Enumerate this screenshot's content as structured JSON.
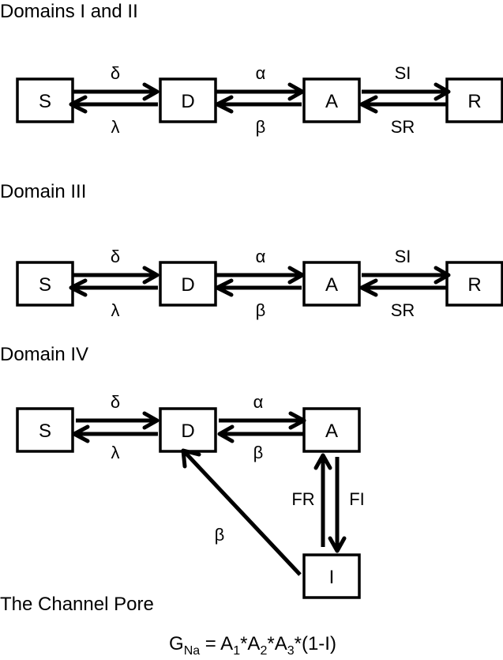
{
  "sections": [
    {
      "title": "Domains I and II",
      "states": [
        "S",
        "D",
        "A",
        "R"
      ],
      "transitions": [
        {
          "from": "S",
          "to": "D",
          "label": "δ"
        },
        {
          "from": "D",
          "to": "S",
          "label": "λ"
        },
        {
          "from": "D",
          "to": "A",
          "label": "α"
        },
        {
          "from": "A",
          "to": "D",
          "label": "β"
        },
        {
          "from": "A",
          "to": "R",
          "label": "SI"
        },
        {
          "from": "R",
          "to": "A",
          "label": "SR"
        }
      ]
    },
    {
      "title": "Domain III",
      "states": [
        "S",
        "D",
        "A",
        "R"
      ],
      "transitions": [
        {
          "from": "S",
          "to": "D",
          "label": "δ"
        },
        {
          "from": "D",
          "to": "S",
          "label": "λ"
        },
        {
          "from": "D",
          "to": "A",
          "label": "α"
        },
        {
          "from": "A",
          "to": "D",
          "label": "β"
        },
        {
          "from": "A",
          "to": "R",
          "label": "SI"
        },
        {
          "from": "R",
          "to": "A",
          "label": "SR"
        }
      ]
    },
    {
      "title": "Domain IV",
      "states": [
        "S",
        "D",
        "A",
        "I"
      ],
      "transitions": [
        {
          "from": "S",
          "to": "D",
          "label": "δ"
        },
        {
          "from": "D",
          "to": "S",
          "label": "λ"
        },
        {
          "from": "D",
          "to": "A",
          "label": "α"
        },
        {
          "from": "A",
          "to": "D",
          "label": "β"
        },
        {
          "from": "I",
          "to": "A",
          "label": "FR"
        },
        {
          "from": "A",
          "to": "I",
          "label": "FI"
        },
        {
          "from": "I",
          "to": "D",
          "label": "β"
        }
      ]
    }
  ],
  "pore": {
    "title": "The Channel Pore",
    "equation": {
      "G": "G",
      "G_sub": "Na",
      "eq": " = A",
      "s1": "1",
      "m1": "*A",
      "s2": "2",
      "m2": "*A",
      "s3": "3",
      "tail": "*(1-I)"
    }
  }
}
